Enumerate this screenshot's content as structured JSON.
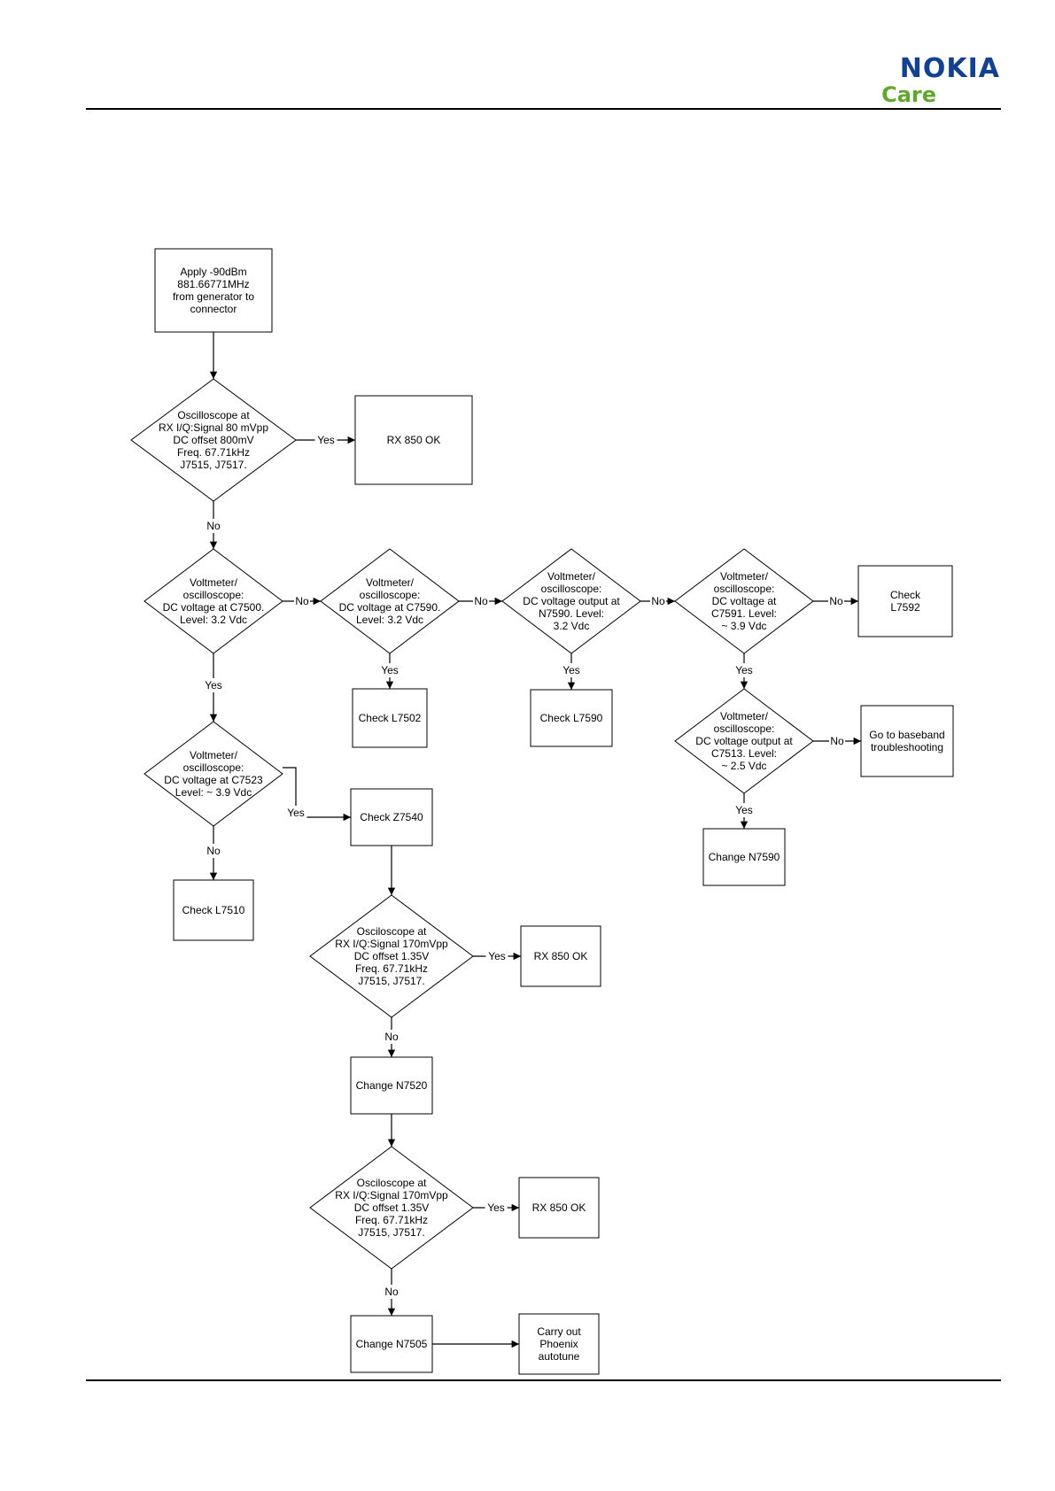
{
  "header": {
    "brand": "NOKIA",
    "sub_brand": "Care",
    "brand_color": "#124191",
    "sub_brand_color": "#5fa82e"
  },
  "flowchart": {
    "nodes": [
      {
        "id": "apply",
        "type": "process",
        "lines": [
          "Apply -90dBm",
          "881.66771MHz",
          "from generator to",
          "connector"
        ]
      },
      {
        "id": "osc1",
        "type": "decision",
        "lines": [
          "Oscilloscope at",
          "RX I/Q:Signal 80 mVpp",
          "DC offset 800mV",
          "Freq. 67.71kHz",
          "J7515, J7517."
        ]
      },
      {
        "id": "rxok1",
        "type": "process",
        "lines": [
          "RX 850 OK"
        ]
      },
      {
        "id": "v7500",
        "type": "decision",
        "lines": [
          "Voltmeter/",
          "oscilloscope:",
          "DC voltage at C7500.",
          "Level: 3.2 Vdc"
        ]
      },
      {
        "id": "v7590",
        "type": "decision",
        "lines": [
          "Voltmeter/",
          "oscilloscope:",
          "DC voltage at C7590.",
          "Level: 3.2 Vdc"
        ]
      },
      {
        "id": "vn7590",
        "type": "decision",
        "lines": [
          "Voltmeter/",
          "oscilloscope:",
          "DC voltage output at",
          "N7590. Level:",
          "3.2 Vdc"
        ]
      },
      {
        "id": "v7591",
        "type": "decision",
        "lines": [
          "Voltmeter/",
          "oscilloscope:",
          "DC voltage at",
          "C7591. Level:",
          "~ 3.9 Vdc"
        ]
      },
      {
        "id": "l7592",
        "type": "process",
        "lines": [
          "Check",
          "L7592"
        ]
      },
      {
        "id": "l7502",
        "type": "process",
        "lines": [
          "Check L7502"
        ]
      },
      {
        "id": "l7590",
        "type": "process",
        "lines": [
          "Check L7590"
        ]
      },
      {
        "id": "v7513",
        "type": "decision",
        "lines": [
          "Voltmeter/",
          "oscilloscope:",
          "DC voltage output at",
          "C7513. Level:",
          "~ 2.5 Vdc"
        ]
      },
      {
        "id": "baseband",
        "type": "process",
        "lines": [
          "Go to baseband",
          "troubleshooting"
        ]
      },
      {
        "id": "n7590",
        "type": "process",
        "lines": [
          "Change N7590"
        ]
      },
      {
        "id": "v7523",
        "type": "decision",
        "lines": [
          "Voltmeter/",
          "oscilloscope:",
          "DC voltage at C7523",
          "Level: ~ 3.9 Vdc"
        ]
      },
      {
        "id": "z7540",
        "type": "process",
        "lines": [
          "Check Z7540"
        ]
      },
      {
        "id": "l7510",
        "type": "process",
        "lines": [
          "Check L7510"
        ]
      },
      {
        "id": "osc2",
        "type": "decision",
        "lines": [
          "Osciloscope at",
          "RX I/Q:Signal 170mVpp",
          "DC offset 1.35V",
          "Freq. 67.71kHz",
          "J7515, J7517."
        ]
      },
      {
        "id": "rxok2",
        "type": "process",
        "lines": [
          "RX 850 OK"
        ]
      },
      {
        "id": "n7520",
        "type": "process",
        "lines": [
          "Change N7520"
        ]
      },
      {
        "id": "osc3",
        "type": "decision",
        "lines": [
          "Osciloscope at",
          "RX I/Q:Signal 170mVpp",
          "DC offset 1.35V",
          "Freq. 67.71kHz",
          "J7515, J7517."
        ]
      },
      {
        "id": "rxok3",
        "type": "process",
        "lines": [
          "RX 850 OK"
        ]
      },
      {
        "id": "n7505",
        "type": "process",
        "lines": [
          "Change N7505"
        ]
      },
      {
        "id": "phoenix",
        "type": "process",
        "lines": [
          "Carry out",
          "Phoenix",
          "autotune"
        ]
      }
    ],
    "edges": [
      {
        "from": "apply",
        "to": "osc1",
        "label": ""
      },
      {
        "from": "osc1",
        "to": "rxok1",
        "label": "Yes"
      },
      {
        "from": "osc1",
        "to": "v7500",
        "label": "No"
      },
      {
        "from": "v7500",
        "to": "v7590",
        "label": "No"
      },
      {
        "from": "v7590",
        "to": "vn7590",
        "label": "No"
      },
      {
        "from": "vn7590",
        "to": "v7591",
        "label": "No"
      },
      {
        "from": "v7591",
        "to": "l7592",
        "label": "No"
      },
      {
        "from": "v7590",
        "to": "l7502",
        "label": "Yes"
      },
      {
        "from": "vn7590",
        "to": "l7590",
        "label": "Yes"
      },
      {
        "from": "v7591",
        "to": "v7513",
        "label": "Yes"
      },
      {
        "from": "v7513",
        "to": "baseband",
        "label": "No"
      },
      {
        "from": "v7513",
        "to": "n7590",
        "label": "Yes"
      },
      {
        "from": "v7500",
        "to": "v7523",
        "label": "Yes"
      },
      {
        "from": "v7523",
        "to": "z7540",
        "label": "Yes"
      },
      {
        "from": "v7523",
        "to": "l7510",
        "label": "No"
      },
      {
        "from": "z7540",
        "to": "osc2",
        "label": ""
      },
      {
        "from": "osc2",
        "to": "rxok2",
        "label": "Yes"
      },
      {
        "from": "osc2",
        "to": "n7520",
        "label": "No"
      },
      {
        "from": "n7520",
        "to": "osc3",
        "label": ""
      },
      {
        "from": "osc3",
        "to": "rxok3",
        "label": "Yes"
      },
      {
        "from": "osc3",
        "to": "n7505",
        "label": "No"
      },
      {
        "from": "n7505",
        "to": "phoenix",
        "label": ""
      }
    ]
  }
}
